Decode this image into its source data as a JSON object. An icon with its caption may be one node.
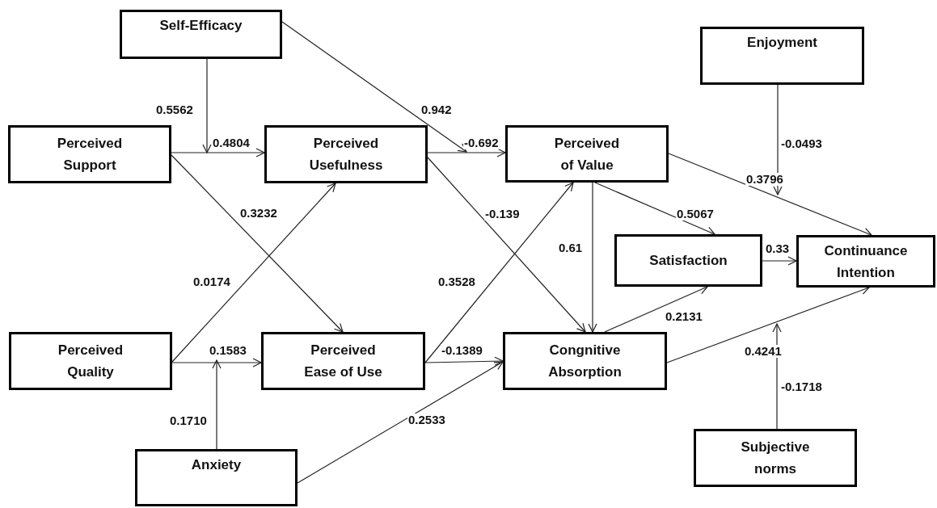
{
  "diagram": {
    "nodes": [
      {
        "text": [
          "Self-Efficacy"
        ]
      },
      {
        "text": [
          "Enjoyment"
        ]
      },
      {
        "text": [
          "Perceived Support"
        ]
      },
      {
        "text": [
          "Perceived Usefulness"
        ]
      },
      {
        "text": [
          "Perceived of Value"
        ]
      },
      {
        "text": [
          "Satisfaction"
        ]
      },
      {
        "text": [
          "Continuance Intention"
        ]
      },
      {
        "text": [
          "Perceived Quality"
        ]
      },
      {
        "text": [
          "Perceived Ease of Use"
        ]
      },
      {
        "text": [
          "Congnitive Absorption"
        ]
      },
      {
        "text": [
          "Anxiety"
        ]
      },
      {
        "text": [
          "Subjective norms"
        ]
      }
    ],
    "edges": [
      {
        "from": 2,
        "to": 3,
        "arrow": "to",
        "label": "0.4804"
      },
      {
        "from": 0,
        "to": null,
        "arrow": "to",
        "label": "0.5562"
      },
      {
        "from": 3,
        "to": 4,
        "arrow": "to",
        "label": "-0.692"
      },
      {
        "from": 0,
        "to": null,
        "arrow": "to",
        "label": "0.942"
      },
      {
        "from": 2,
        "to": 8,
        "arrow": "to",
        "label": "0.3232"
      },
      {
        "from": 7,
        "to": 3,
        "arrow": "to",
        "label": "0.0174"
      },
      {
        "from": 7,
        "to": 8,
        "arrow": "to",
        "label": "0.1583"
      },
      {
        "from": 10,
        "to": null,
        "arrow": "to",
        "label": "0.1710"
      },
      {
        "from": 3,
        "to": 9,
        "arrow": "to",
        "label": "-0.139"
      },
      {
        "from": 8,
        "to": 4,
        "arrow": "to",
        "label": "0.3528"
      },
      {
        "from": 8,
        "to": 9,
        "arrow": "to",
        "label": "-0.1389"
      },
      {
        "from": 10,
        "to": 9,
        "arrow": "to",
        "label": "0.2533"
      },
      {
        "from": 4,
        "to": 9,
        "arrow": "to",
        "label": "0.61"
      },
      {
        "from": 4,
        "to": 5,
        "arrow": "to",
        "label": "0.5067"
      },
      {
        "from": 4,
        "to": 6,
        "arrow": "to",
        "label": "0.3796"
      },
      {
        "from": 1,
        "to": null,
        "arrow": "to",
        "label": "-0.0493"
      },
      {
        "from": 5,
        "to": 6,
        "arrow": "to",
        "label": "0.33"
      },
      {
        "from": 9,
        "to": 5,
        "arrow": "to",
        "label": "0.2131"
      },
      {
        "from": 9,
        "to": 6,
        "arrow": "to",
        "label": "0.4241"
      },
      {
        "from": 11,
        "to": null,
        "arrow": "to",
        "label": "-0.1718"
      }
    ]
  }
}
